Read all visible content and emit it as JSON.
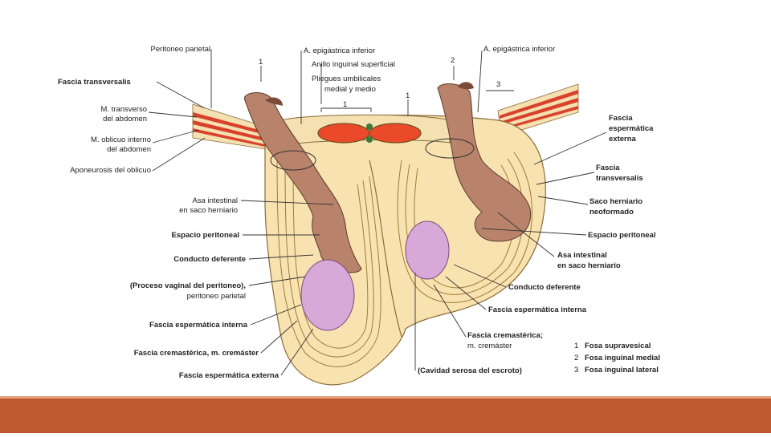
{
  "labels": {
    "left": {
      "peritoneo_parietal": "Peritoneo parietal",
      "fascia_transversalis": "Fascia transversalis",
      "m_transverso_1": "M. transverso",
      "m_transverso_2": "del abdomen",
      "m_oblicuo_1": "M. oblicuo interno",
      "m_oblicuo_2": "del abdomen",
      "aponeurosis": "Aponeurosis del oblicuo",
      "asa_intestinal_1": "Asa intestinal",
      "asa_intestinal_2": "en saco herniario",
      "espacio_peritoneal": "Espacio peritoneal",
      "conducto_deferente": "Conducto deferente",
      "proceso_vaginal_1": "(Proceso vaginal del peritoneo),",
      "proceso_vaginal_2": "peritoneo parietal",
      "fascia_esp_interna": "Fascia espermática interna",
      "fascia_cremasterica": "Fascia cremastérica, m. cremáster",
      "fascia_esp_externa": "Fascia espermática externa"
    },
    "top": {
      "a_epigastrica_left": "A. epigástrica inferior",
      "anillo_inguinal": "Anillo inguinal superficial",
      "pliegues_1": "Pliegues umbilicales",
      "pliegues_2": "medial y medio",
      "a_epigastrica_right": "A. epigástrica inferior",
      "num_1_left": "1",
      "num_1_center": "1",
      "num_1_top_center": "1",
      "num_2": "2",
      "num_3": "3"
    },
    "right": {
      "fosa_esp_1": "Fascia",
      "fosa_esp_2": "espermática",
      "fosa_esp_3": "externa",
      "fascia_tr_1": "Fascia",
      "fascia_tr_2": "transversalis",
      "saco_1": "Saco herniario",
      "saco_2": "neoformado",
      "espacio_peritoneal": "Espacio peritoneal",
      "asa_1": "Asa intestinal",
      "asa_2": "en saco herniario",
      "conducto_deferente": "Conducto deferente",
      "fascia_esp_interna": "Fascia espermática interna",
      "fascia_crem_1": "Fascia cremastérica;",
      "fascia_crem_2": "m. cremáster",
      "cavidad": "(Cavidad serosa del escroto)"
    },
    "legend": [
      {
        "num": "1",
        "text": "Fosa supravesical"
      },
      {
        "num": "2",
        "text": "Fosa inguinal medial"
      },
      {
        "num": "3",
        "text": "Fosa inguinal lateral"
      }
    ]
  },
  "colors": {
    "footer": "#bf5a2e",
    "muscle": "#d9412b",
    "fascia": "#f3d48f",
    "scrotum": "#f8e3b0",
    "intestine": "#b9836b",
    "testis": "#d8a9d8"
  }
}
